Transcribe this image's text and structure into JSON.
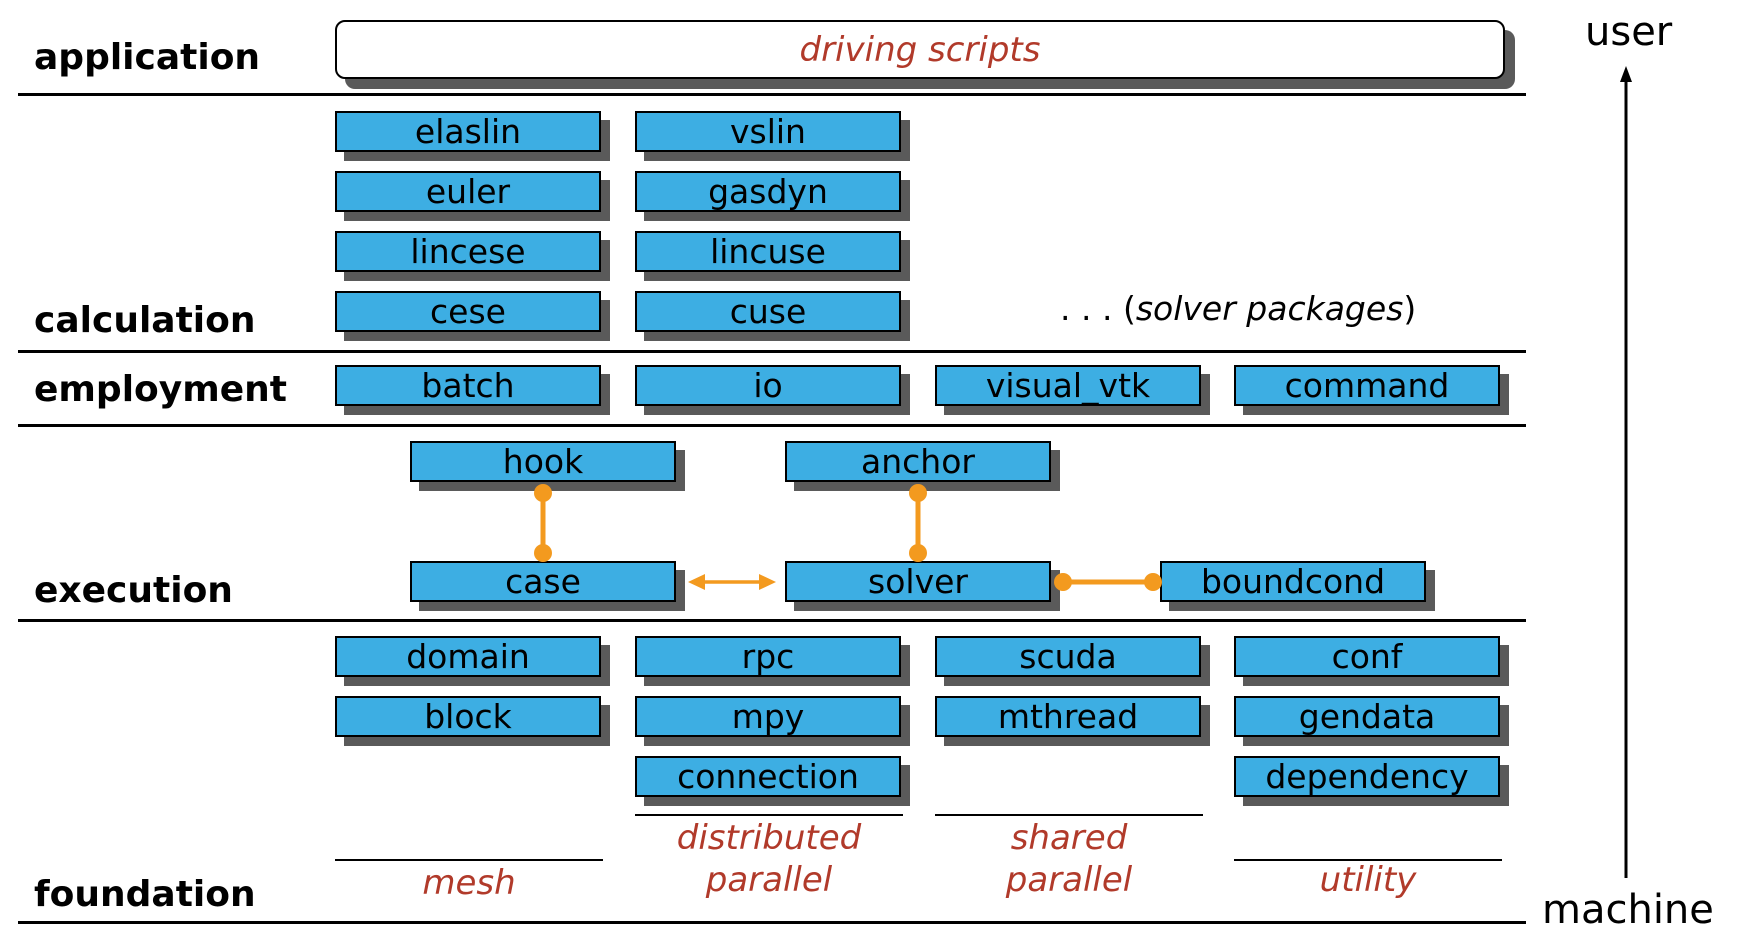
{
  "layers": {
    "application": "application",
    "calculation": "calculation",
    "employment": "employment",
    "execution": "execution",
    "foundation": "foundation"
  },
  "application": {
    "driving_scripts": "driving scripts"
  },
  "calculation": {
    "col1": [
      "elaslin",
      "euler",
      "lincese",
      "cese"
    ],
    "col2": [
      "vslin",
      "gasdyn",
      "lincuse",
      "cuse"
    ],
    "more_prefix": ". . . (",
    "more_italic": "solver packages",
    "more_suffix": ")"
  },
  "employment": [
    "batch",
    "io",
    "visual_vtk",
    "command"
  ],
  "execution": {
    "hook": "hook",
    "anchor": "anchor",
    "case": "case",
    "solver": "solver",
    "boundcond": "boundcond"
  },
  "foundation": {
    "mesh_items": [
      "domain",
      "block"
    ],
    "dist_items": [
      "rpc",
      "mpy",
      "connection"
    ],
    "shared_items": [
      "scuda",
      "mthread"
    ],
    "util_items": [
      "conf",
      "gendata",
      "dependency"
    ],
    "groups": {
      "mesh": "mesh",
      "distributed_1": "distributed",
      "distributed_2": "parallel",
      "shared_1": "shared",
      "shared_2": "parallel",
      "utility": "utility"
    }
  },
  "axis": {
    "top": "user",
    "bottom": "machine"
  },
  "colors": {
    "box_fill": "#3daee3",
    "connector": "#f39a1f",
    "group_label": "#b13a2a",
    "shadow": "#5a5a5a"
  }
}
